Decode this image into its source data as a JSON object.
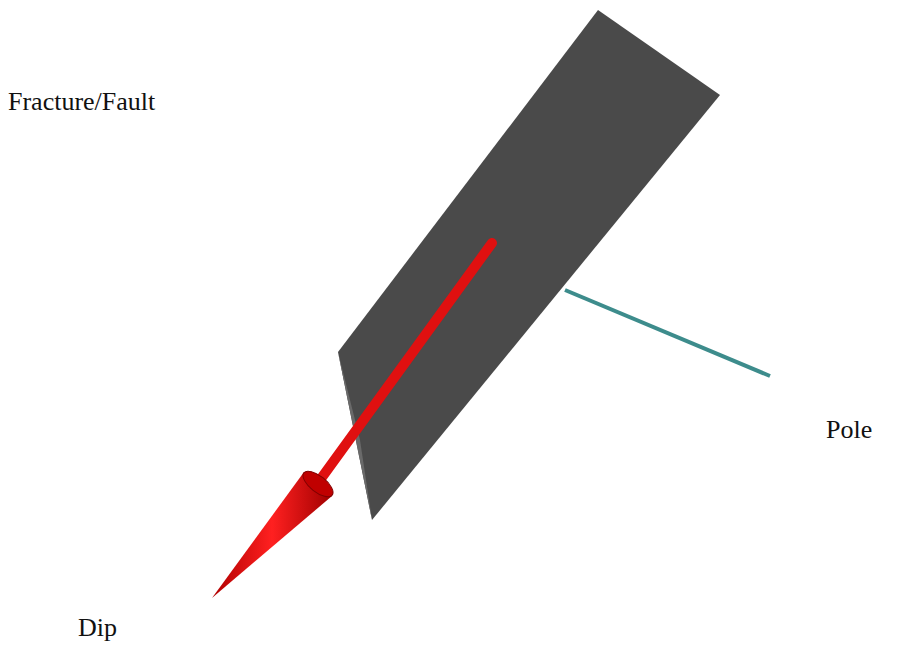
{
  "diagram": {
    "labels": [
      "Fracture/Fault",
      "Pole",
      "Dip"
    ]
  }
}
